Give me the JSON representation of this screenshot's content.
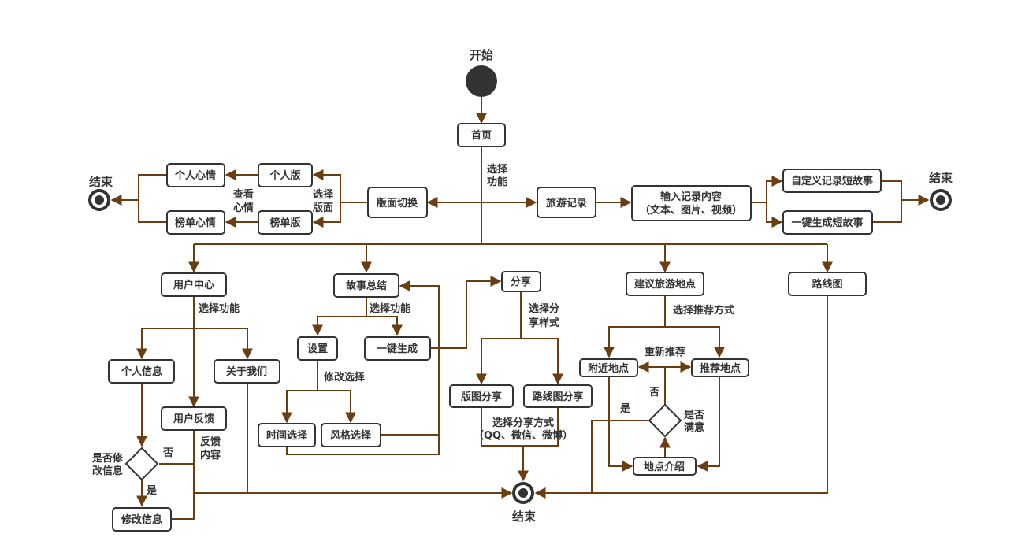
{
  "start": {
    "label": "开始"
  },
  "ends": {
    "left": "结束",
    "right": "结束",
    "bottom": "结束"
  },
  "nodes": {
    "home": "首页",
    "layout_switch": "版面切换",
    "personal_edition": "个人版",
    "ranking_edition": "榜单版",
    "personal_mood": "个人心情",
    "ranking_mood": "榜单心情",
    "travel_record": "旅游记录",
    "input_content_1": "输入记录内容",
    "input_content_2": "（文本、图片、视频）",
    "custom_story": "自定义记录短故事",
    "auto_story": "一键生成短故事",
    "user_center": "用户中心",
    "personal_info": "个人信息",
    "about_us": "关于我们",
    "user_feedback": "用户反馈",
    "modify_info": "修改信息",
    "story_summary": "故事总结",
    "settings": "设置",
    "one_click": "一键生成",
    "time_select": "时间选择",
    "style_select": "风格选择",
    "share": "分享",
    "map_share": "版图分享",
    "route_share": "路线图分享",
    "suggest_places": "建议旅游地点",
    "nearby_places": "附近地点",
    "recommended_places": "推荐地点",
    "place_intro": "地点介绍",
    "route_map": "路线图"
  },
  "labels": {
    "select_func_1": "选择",
    "select_func_2": "功能",
    "select_layout_1": "选择",
    "select_layout_2": "版面",
    "view_mood_1": "查看",
    "view_mood_2": "心情",
    "uc_select_func": "选择功能",
    "ss_select_func": "选择功能",
    "modify_select": "修改选择",
    "share_style_1": "选择分",
    "share_style_2": "享样式",
    "share_method_1": "选择分享方式",
    "share_method_2": "（QQ、微信、微博）",
    "select_rec_method": "选择推荐方式",
    "re_recommend": "重新推荐",
    "feedback_1": "反馈",
    "feedback_2": "内容",
    "modify_q_1": "是否修",
    "modify_q_2": "改信息",
    "satisfied_1": "是否",
    "satisfied_2": "满意",
    "yes_1": "是",
    "no_1": "否",
    "yes_2": "是",
    "no_2": "否"
  },
  "colors": {
    "edge": "#6b3e12",
    "node_border": "#333333",
    "start": "#333333"
  }
}
